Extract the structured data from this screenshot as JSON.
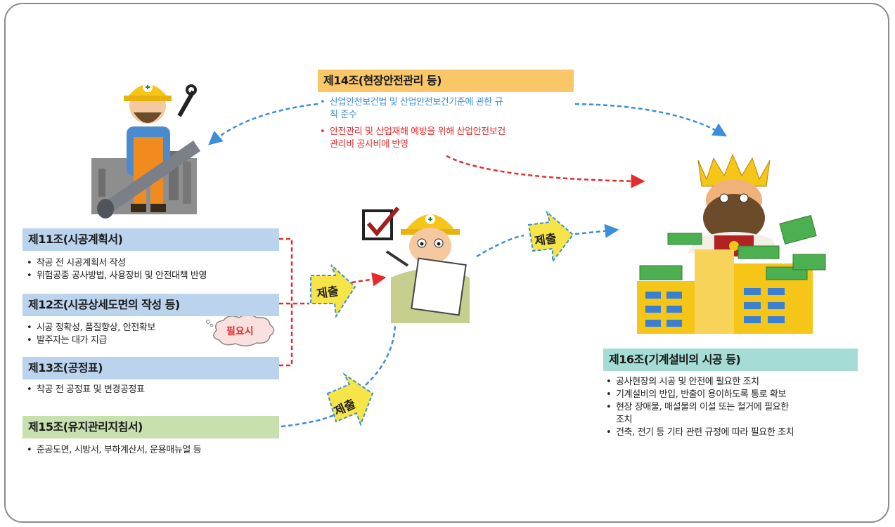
{
  "art14": {
    "title": "제14조(현장안전관리 등)",
    "line1a": "산업안전보건법 및 산업안전보건기준에 관한 규",
    "line1b": "칙 준수",
    "line2a": "안전관리 및 산업재해 예방을 위해 산업안전보건",
    "line2b": "관리비 공사비에 반영"
  },
  "art11": {
    "title": "제11조(시공계획서)",
    "items": [
      "착공 전 시공계획서 작성",
      "위험공종 공사방법, 사용장비 및 안전대책 반영"
    ]
  },
  "art12": {
    "title": "제12조(시공상세도면의 작성 등)",
    "items": [
      "시공 정확성, 품질향상, 안전확보",
      "발주자는 대가 지급"
    ],
    "cloud": "필요시"
  },
  "art13": {
    "title": "제13조(공정표)",
    "items": [
      "착공 전 공정표 및 변경공정표"
    ]
  },
  "art15": {
    "title": "제15조(유지관리지침서)",
    "items": [
      "준공도면, 시방서, 부하계산서, 운용매뉴얼 등"
    ]
  },
  "art16": {
    "title": "제16조(기계설비의 시공 등)",
    "items": [
      "공사현장의 시공 및 안전에 필요한 조치",
      "기계설비의 반입, 반출이 용이하도록 통로 확보",
      "현장 장애물, 매설물의 이설 또는 철거에 필요한",
      "조치",
      "건축, 전기 등 기타 관련 규정에 따라 필요한 조치"
    ]
  },
  "submit_labels": [
    "제출",
    "제출",
    "제출"
  ],
  "bullet": "•",
  "colors": {
    "blue_arrow": "#3b8ed8",
    "red_arrow": "#e52b2b",
    "submit_arrow": "#f7e548"
  }
}
